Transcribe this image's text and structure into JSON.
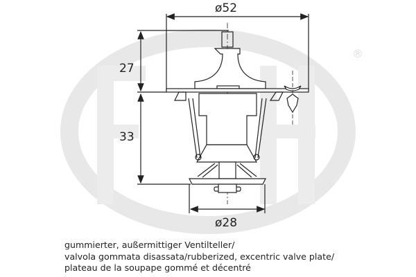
{
  "logo": {
    "text": "ERA",
    "registered_mark": "®",
    "color": "#e6e6e6"
  },
  "dimensions": {
    "top_diameter": "ø52",
    "upper_height": "27",
    "lower_height": "33",
    "bottom_diameter": "ø28"
  },
  "caption": [
    "gummierter, außermittiger Ventilteller/",
    "valvola gommata disassata/rubberized, excentric valve plate/",
    "plateau de la soupape gommé et décentré"
  ]
}
